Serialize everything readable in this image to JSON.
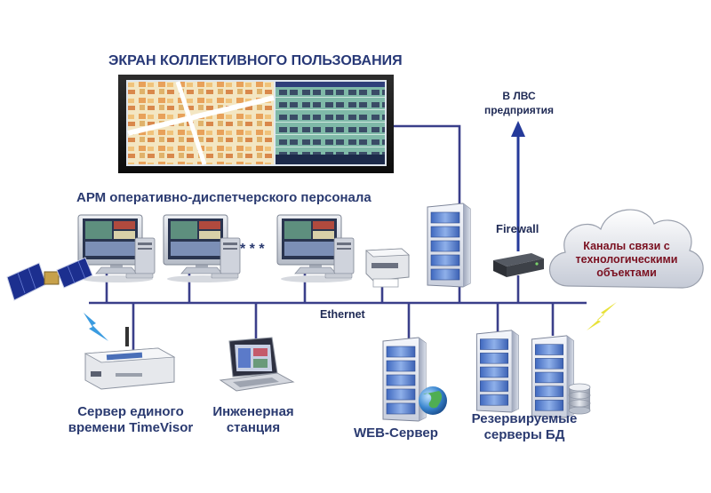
{
  "labels": {
    "screen_title": "ЭКРАН КОЛЛЕКТИВНОГО ПОЛЬЗОВАНИЯ",
    "lan_line1": "В ЛВС",
    "lan_line2": "предприятия",
    "arm": "АРМ оперативно-диспетчерского персонала",
    "dots": "* * *",
    "firewall": "Firewall",
    "cloud_line1": "Каналы связи с",
    "cloud_line2": "технологическими",
    "cloud_line3": "объектами",
    "ethernet": "Ethernet",
    "timeserver_line1": "Сервер единого",
    "timeserver_line2": "времени TimeVisor",
    "eng_line1": "Инженерная",
    "eng_line2": "станция",
    "web": "WEB-Сервер",
    "db_line1": "Резервируемые",
    "db_line2": "серверы БД"
  },
  "colors": {
    "bus": "#3a3f8a",
    "label": "#2a3a70",
    "cloud_text": "#7a1020",
    "arrow": "#253a9a",
    "server_blue": "#5a7fc7"
  },
  "icons": {
    "display": "video-wall-icon",
    "workstation": "monitor-icon",
    "printer": "printer-icon",
    "server": "server-icon",
    "firewall": "firewall-icon",
    "cloud": "cloud-icon",
    "satellite": "satellite-icon",
    "lightning": "lightning-icon",
    "laptop": "laptop-icon",
    "globe": "globe-icon",
    "database": "database-icon",
    "time_server": "time-server-icon"
  }
}
